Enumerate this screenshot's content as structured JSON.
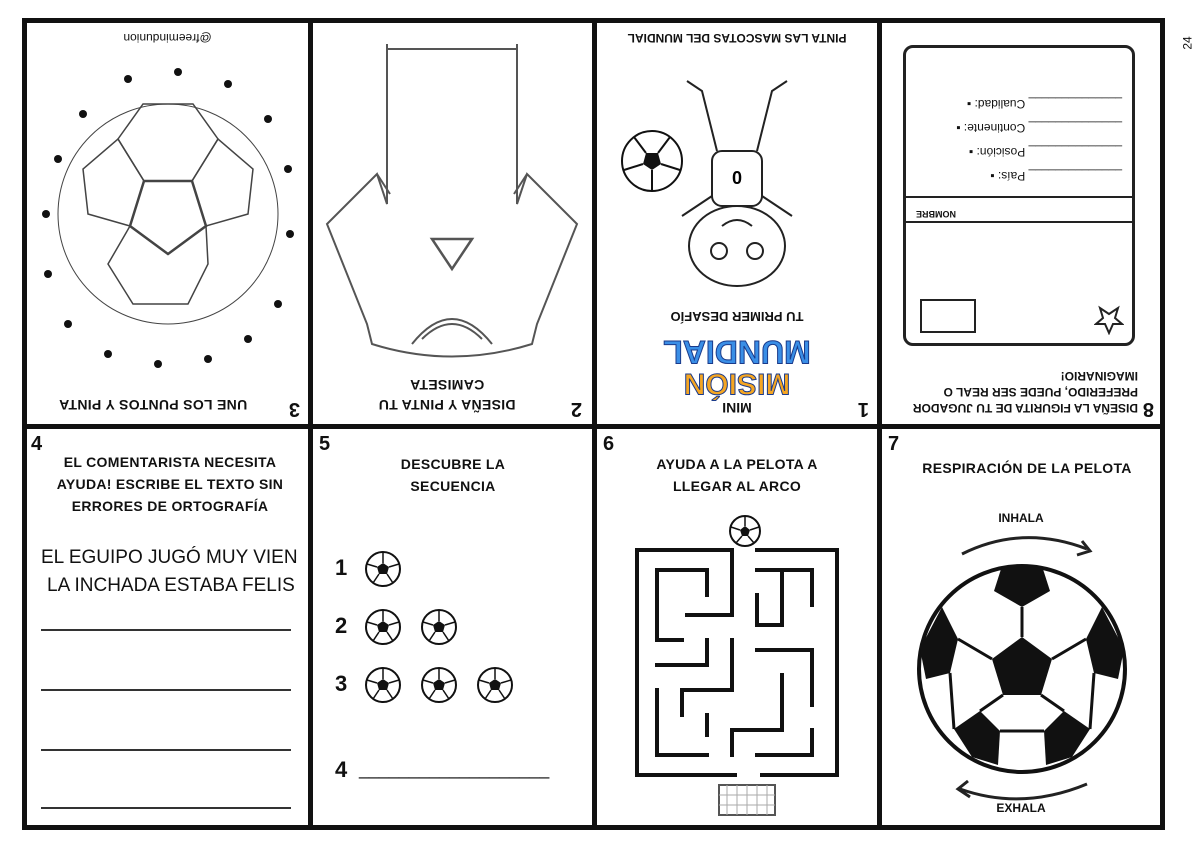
{
  "page_number": "24",
  "credit": "@freemindunion",
  "panels": {
    "p1": {
      "number": "1",
      "mini": "MINI",
      "logo_line1": "MISIÓN",
      "logo_line2": "MUNDIAL",
      "subtitle": "TU PRIMER DESAFÍO",
      "title": "PINTA LAS MASCOTAS DEL MUNDIAL",
      "jersey_number": "0"
    },
    "p2": {
      "number": "2",
      "title_line1": "DISEÑA Y PINTA TU",
      "title_line2": "CAMISETA"
    },
    "p3": {
      "number": "3",
      "title": "UNE LOS PUNTOS Y PINTA"
    },
    "p4": {
      "number": "4",
      "title_line1": "EL COMENTARISTA NECESITA",
      "title_line2": "AYUDA! ESCRIBE EL TEXTO SIN",
      "title_line3": "ERRORES DE ORTOGRAFÍA",
      "text_line1": "EL EGUIPO JUGÓ MUY VIEN",
      "text_line2": "LA INCHADA ESTABA FELIS"
    },
    "p5": {
      "number": "5",
      "title_line1": "DESCUBRE LA",
      "title_line2": "SECUENCIA",
      "rows": [
        {
          "n": "1",
          "balls": 1
        },
        {
          "n": "2",
          "balls": 2
        },
        {
          "n": "3",
          "balls": 3
        }
      ],
      "last_label": "4",
      "last_blank": "___________________"
    },
    "p6": {
      "number": "6",
      "title_line1": "AYUDA A LA PELOTA A",
      "title_line2": "LLEGAR AL ARCO"
    },
    "p7": {
      "number": "7",
      "title": "RESPIRACIÓN DE LA PELOTA",
      "inhale": "INHALA",
      "exhale": "EXHALA"
    },
    "p8": {
      "number": "8",
      "title_line1": "DISEÑA LA FIGURITA DE TU JUGADOR",
      "title_line2": "PREFERIDO, PUEDE SER REAL O",
      "title_line3": "IMAGINARIO!",
      "card_name": "NOMBRE",
      "card_fields": [
        "País:",
        "Posición:",
        "Continente:",
        "Cualidad:"
      ],
      "card_blank": "______________"
    }
  }
}
